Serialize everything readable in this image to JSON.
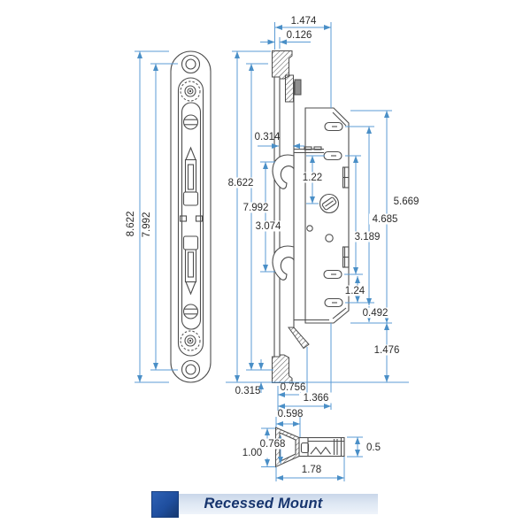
{
  "banner": {
    "label": "Recessed Mount"
  },
  "colors": {
    "dimension_line": "#5b9bd5",
    "part_line": "#4d4d4d",
    "dimension_text": "#2b2b2b",
    "banner_text": "#17356e",
    "banner_square": "#1f4e9e",
    "banner_bar_start": "#c9d6e9",
    "banner_bar_end": "#eef3fa"
  },
  "front_view": {
    "name": "faceplate-front-view",
    "dims": {
      "overall_height": "8.622",
      "hole_spacing": "7.992"
    }
  },
  "side_view": {
    "name": "lock-side-section-view",
    "dims": {
      "top_width": "1.474",
      "plate_thickness": "0.126",
      "recess_gap": "0.314",
      "overall_height": "8.622",
      "hole_spacing": "7.992",
      "hook_span": "3.074",
      "slot_to_spindle": "1.22",
      "body_height": "5.669",
      "slot_span_outer": "4.685",
      "slot_span_inner": "3.189",
      "lower_slot_gap": "1.24",
      "bottom_slot_offset": "0.492",
      "bottom_extension": "1.476",
      "edge_margin": "0.315",
      "skirt_depth": "0.756",
      "body_depth": "1.366"
    }
  },
  "detail_view": {
    "name": "latch-bolt-detail-view",
    "dims": {
      "cap_width": "0.598",
      "inner_height": "0.768",
      "outer_height": "1.00",
      "total_length": "1.78",
      "body_height": "0.5"
    }
  }
}
